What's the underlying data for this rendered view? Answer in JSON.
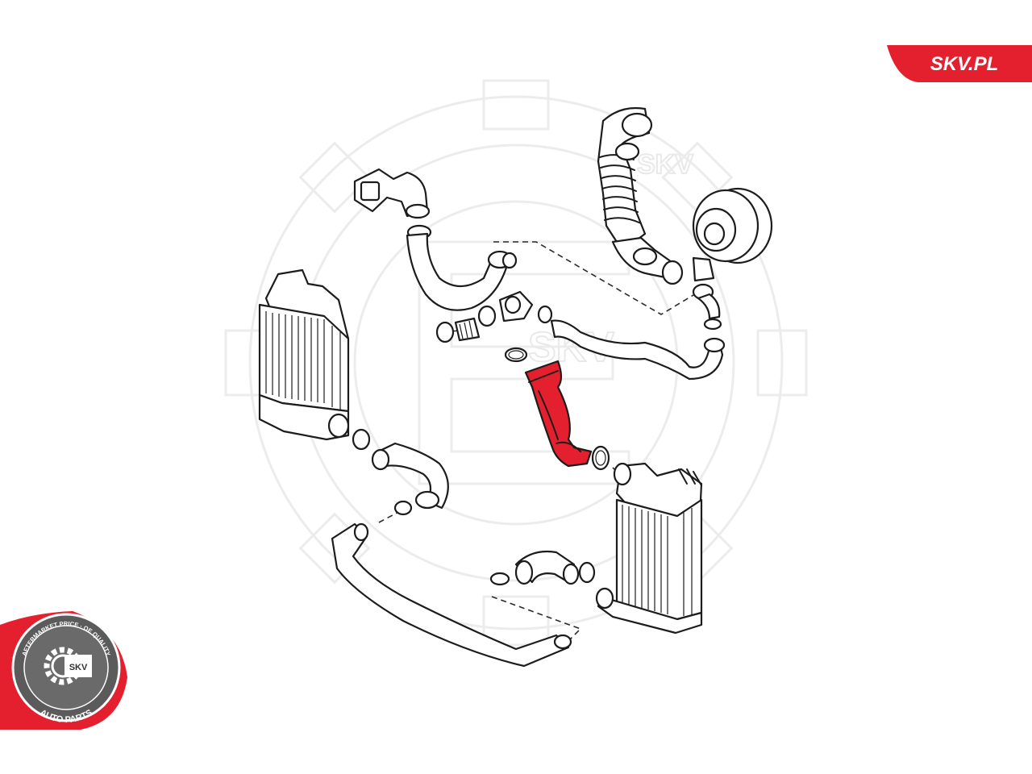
{
  "brand": {
    "site_label": "SKV.PL",
    "accent_color": "#e5202e",
    "outline_color": "#1c1c1c"
  },
  "watermark": {
    "label": "SKV",
    "icon": "gear-icon"
  },
  "seal": {
    "top_text": "AFTERMARKET PRICE · OE QUALITY",
    "bottom_text": "AUTO PARTS",
    "center_text": "SKV",
    "icon": "gear-icon"
  },
  "diagram": {
    "highlight_color": "#e5202e",
    "parts": [
      "air-filter-bellows",
      "turbocharger",
      "intake-elbow",
      "upper-charge-pipe",
      "long-return-pipe",
      "charge-air-hose-highlighted",
      "intercooler-left",
      "intercooler-right",
      "lower-crossover-pipe",
      "short-elbow-hose"
    ]
  }
}
